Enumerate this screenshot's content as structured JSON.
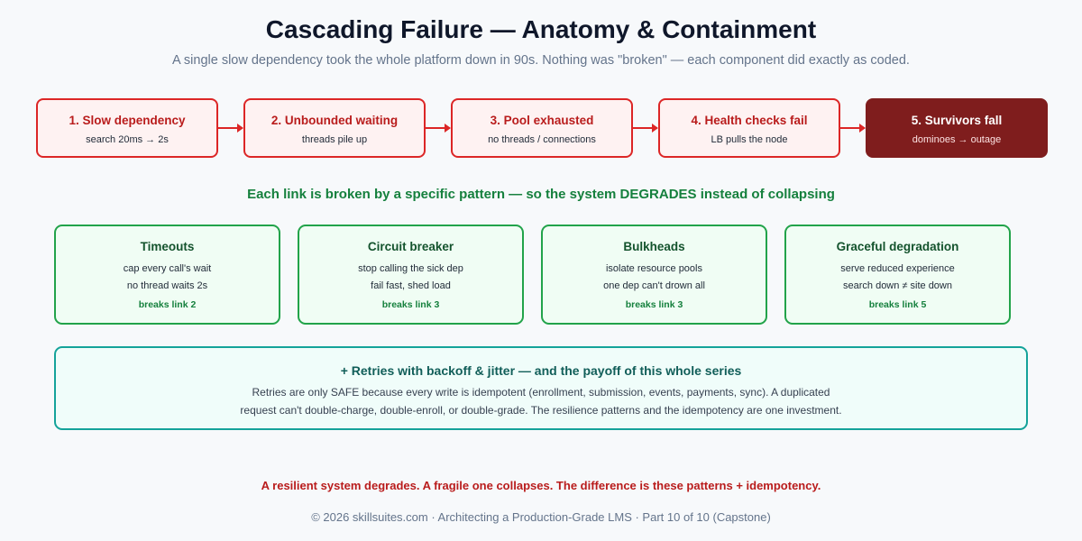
{
  "header": {
    "title": "Cascading Failure — Anatomy & Containment",
    "subtitle": "A single slow dependency took the whole platform down in 90s. Nothing was \"broken\" — each component did exactly as coded."
  },
  "chain": [
    {
      "title": "1. Slow dependency",
      "sub": "search 20ms → 2s"
    },
    {
      "title": "2. Unbounded waiting",
      "sub": "threads pile up"
    },
    {
      "title": "3. Pool exhausted",
      "sub": "no threads / connections"
    },
    {
      "title": "4. Health checks fail",
      "sub": "LB pulls the node"
    },
    {
      "title": "5. Survivors fall",
      "sub": "dominoes → outage"
    }
  ],
  "patterns_heading": "Each link is broken by a specific pattern — so the system DEGRADES instead of collapsing",
  "patterns": [
    {
      "title": "Timeouts",
      "line1": "cap every call's wait",
      "line2": "no thread waits 2s",
      "link": "breaks link 2"
    },
    {
      "title": "Circuit breaker",
      "line1": "stop calling the sick dep",
      "line2": "fail fast, shed load",
      "link": "breaks link 3"
    },
    {
      "title": "Bulkheads",
      "line1": "isolate resource pools",
      "line2": "one dep can't drown all",
      "link": "breaks link 3"
    },
    {
      "title": "Graceful degradation",
      "line1": "serve reduced experience",
      "line2": "search down ≠ site down",
      "link": "breaks link 5"
    }
  ],
  "retries": {
    "title": "+ Retries with backoff & jitter — and the payoff of this whole series",
    "line1": "Retries are only SAFE because every write is idempotent (enrollment, submission, events, payments, sync). A duplicated",
    "line2": "request can't double-charge, double-enroll, or double-grade. The resilience patterns and the idempotency are one investment."
  },
  "conclusion": "A resilient system degrades. A fragile one collapses. The difference is these patterns + idempotency.",
  "footer": "© 2026 skillsuites.com · Architecting a Production-Grade LMS · Part 10 of 10 (Capstone)",
  "colors": {
    "failure": "#dc2626",
    "failure_dark": "#7f1d1d",
    "pattern": "#22a34a",
    "retries": "#14a39a"
  }
}
